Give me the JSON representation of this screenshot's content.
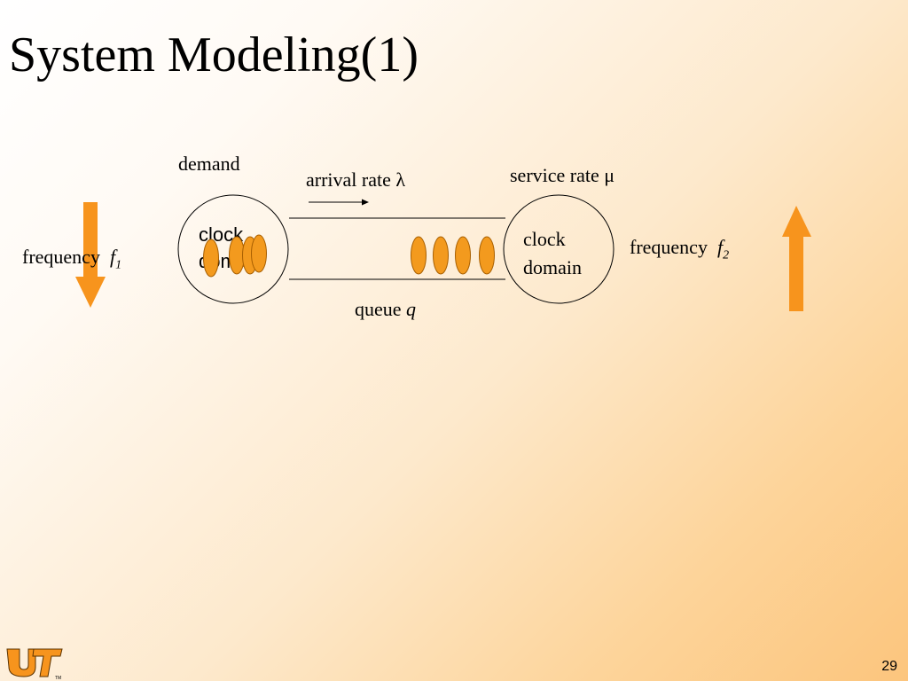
{
  "slide": {
    "title": "System Modeling(1)",
    "page_number": "29"
  },
  "diagram": {
    "demand_label": "demand",
    "arrival_rate_label": "arrival rate λ",
    "service_rate_label": "service rate μ",
    "left_domain": {
      "line1": "clock",
      "line2": "domain"
    },
    "right_domain": {
      "line1": "clock",
      "line2": "domain"
    },
    "queue_label": "queue",
    "queue_symbol": "q",
    "left_frequency": {
      "label": "frequency",
      "symbol": "f",
      "subscript": "1",
      "direction": "down"
    },
    "right_frequency": {
      "label": "frequency",
      "symbol": "f",
      "subscript": "2",
      "direction": "up"
    },
    "queued_items_count": 4,
    "demand_items_count": 4
  },
  "colors": {
    "item_fill": "#f39a1e",
    "arrow_fill": "#f7941d"
  },
  "logo": {
    "text": "UT",
    "color": "#f7941d",
    "trademark": "TM"
  }
}
